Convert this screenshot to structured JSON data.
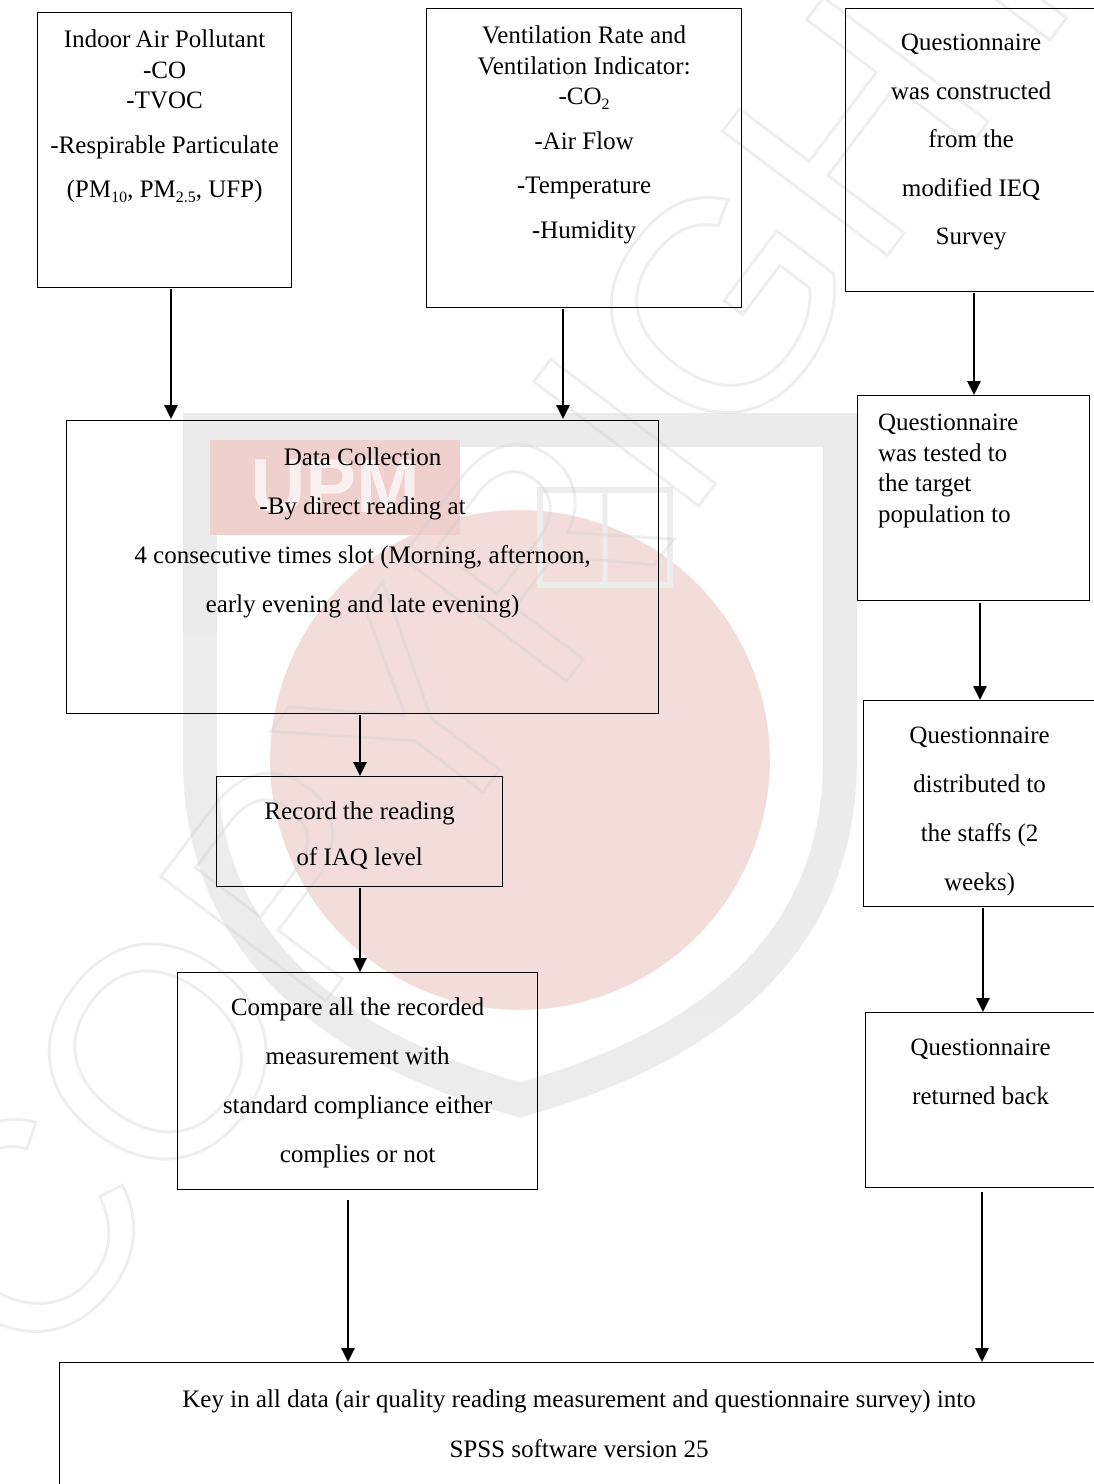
{
  "watermark": {
    "logo_text": "UPM",
    "overlay_text": "COPYRIGHT UPM",
    "colors": {
      "red": "#e6b8b4",
      "grey": "#d9d9d9"
    }
  },
  "boxes": {
    "pollutant": {
      "title": "Indoor Air Pollutant",
      "co": "-CO",
      "tvoc": "-TVOC",
      "rp": "-Respirable Particulate",
      "pm_open": "(PM",
      "pm10_sub": "10",
      "pm_mid": ", PM",
      "pm25_sub": "2.5",
      "pm_end": ", UFP)"
    },
    "ventilation": {
      "line1": "Ventilation Rate and",
      "line2": "Ventilation Indicator:",
      "co2": "-CO",
      "co2_sub": "2",
      "airflow": "-Air Flow",
      "temp": "-Temperature",
      "humidity": "-Humidity"
    },
    "questionnaire_construct": {
      "lines": [
        "Questionnaire",
        "was constructed",
        "from the",
        "modified IEQ",
        "Survey"
      ]
    },
    "data_collection": {
      "lines": [
        "Data Collection",
        "-By direct reading at",
        "4 consecutive times slot (Morning, afternoon,",
        "early evening and late evening)"
      ]
    },
    "questionnaire_tested": {
      "lines": [
        "Questionnaire",
        "was tested to",
        "the target",
        "population to"
      ]
    },
    "record": {
      "lines": [
        "Record the reading",
        "of IAQ level"
      ]
    },
    "questionnaire_distributed": {
      "lines": [
        "Questionnaire",
        "distributed to",
        "the staffs (2",
        "weeks)"
      ]
    },
    "compare": {
      "lines": [
        "Compare all the recorded",
        "measurement with",
        "standard compliance either",
        "complies or not"
      ]
    },
    "questionnaire_returned": {
      "lines": [
        "Questionnaire",
        "returned back"
      ]
    },
    "key_in": {
      "lines": [
        "Key in all data (air quality reading measurement and questionnaire survey) into",
        "SPSS software version 25"
      ]
    }
  }
}
